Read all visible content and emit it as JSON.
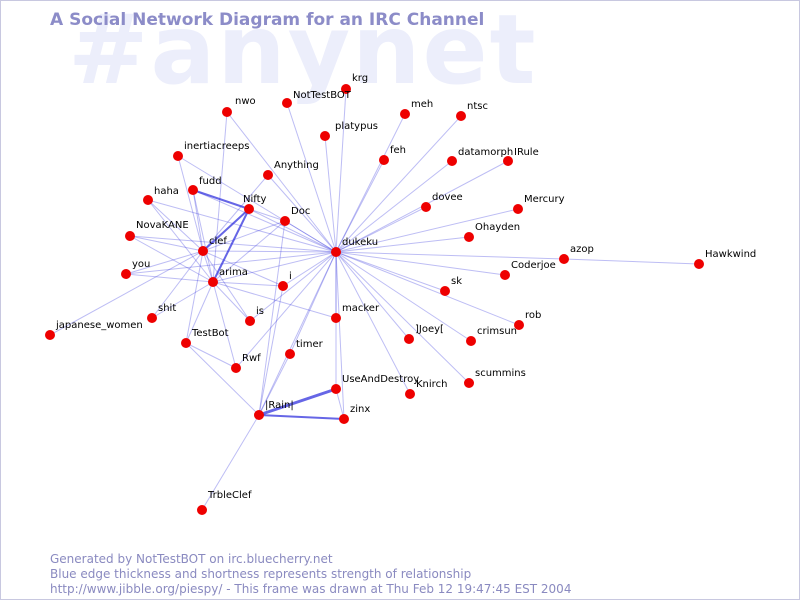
{
  "header": {
    "watermark": "#anynet",
    "title": "A Social Network Diagram for an IRC Channel"
  },
  "footer": {
    "line1": "Generated by NotTestBOT on irc.bluecherry.net",
    "line2": "Blue edge thickness and shortness represents strength of relationship",
    "line3": "http://www.jibble.org/piespy/ - This frame was drawn at Thu Feb 12 19:47:45 EST 2004"
  },
  "colors": {
    "node": "#ee0000",
    "edge": "#3333dd",
    "title": "#8c8cc8",
    "watermark": "#eceefb"
  },
  "nodes": [
    {
      "id": "krg",
      "label": "krg"
    },
    {
      "id": "NotTestBOT",
      "label": "NotTestBOT"
    },
    {
      "id": "nwo",
      "label": "nwo"
    },
    {
      "id": "meh",
      "label": "meh"
    },
    {
      "id": "ntsc",
      "label": "ntsc"
    },
    {
      "id": "platypus",
      "label": "platypus"
    },
    {
      "id": "inertiacreeps",
      "label": "inertiacreeps"
    },
    {
      "id": "feh",
      "label": "feh"
    },
    {
      "id": "datamorph",
      "label": "datamorph"
    },
    {
      "id": "IRule",
      "label": "IRule"
    },
    {
      "id": "Anything",
      "label": "Anything"
    },
    {
      "id": "fudd",
      "label": "fudd"
    },
    {
      "id": "haha",
      "label": "haha"
    },
    {
      "id": "Nifty",
      "label": "Nifty"
    },
    {
      "id": "dovee",
      "label": "dovee"
    },
    {
      "id": "Mercury",
      "label": "Mercury"
    },
    {
      "id": "Doc",
      "label": "Doc"
    },
    {
      "id": "NovaKANE",
      "label": "NovaKANE"
    },
    {
      "id": "Ohayden",
      "label": "Ohayden"
    },
    {
      "id": "clef",
      "label": "clef"
    },
    {
      "id": "dukeku",
      "label": "dukeku"
    },
    {
      "id": "azop",
      "label": "azop"
    },
    {
      "id": "Hawkwind",
      "label": "Hawkwind"
    },
    {
      "id": "you",
      "label": "you"
    },
    {
      "id": "arima",
      "label": "arima"
    },
    {
      "id": "i",
      "label": "i"
    },
    {
      "id": "Coderjoe",
      "label": "Coderjoe"
    },
    {
      "id": "sk",
      "label": "sk"
    },
    {
      "id": "shit",
      "label": "shit"
    },
    {
      "id": "is",
      "label": "is"
    },
    {
      "id": "macker",
      "label": "macker"
    },
    {
      "id": "rob",
      "label": "rob"
    },
    {
      "id": "japanese_women",
      "label": "japanese_women"
    },
    {
      "id": "TestBot",
      "label": "TestBot"
    },
    {
      "id": "]Joey[",
      "label": "]Joey["
    },
    {
      "id": "crimsun",
      "label": "crimsun"
    },
    {
      "id": "timer",
      "label": "timer"
    },
    {
      "id": "Rwf",
      "label": "Rwf"
    },
    {
      "id": "UseAndDestroy",
      "label": "UseAndDestroy"
    },
    {
      "id": "scummins",
      "label": "scummins"
    },
    {
      "id": "Knirch",
      "label": "Knirch"
    },
    {
      "id": "|Rain|",
      "label": "|Rain|"
    },
    {
      "id": "zinx",
      "label": "zinx"
    },
    {
      "id": "TrbleClef",
      "label": "TrbleClef"
    }
  ],
  "edges": [
    [
      "dukeku",
      "krg",
      1
    ],
    [
      "dukeku",
      "NotTestBOT",
      1
    ],
    [
      "dukeku",
      "nwo",
      1
    ],
    [
      "dukeku",
      "meh",
      1
    ],
    [
      "dukeku",
      "ntsc",
      1
    ],
    [
      "dukeku",
      "platypus",
      1
    ],
    [
      "dukeku",
      "feh",
      1
    ],
    [
      "dukeku",
      "datamorph",
      1
    ],
    [
      "dukeku",
      "IRule",
      1
    ],
    [
      "dukeku",
      "Anything",
      1
    ],
    [
      "dukeku",
      "dovee",
      1
    ],
    [
      "dukeku",
      "Mercury",
      1
    ],
    [
      "dukeku",
      "Doc",
      1
    ],
    [
      "dukeku",
      "Ohayden",
      1
    ],
    [
      "dukeku",
      "azop",
      1
    ],
    [
      "dukeku",
      "Coderjoe",
      1
    ],
    [
      "dukeku",
      "sk",
      1
    ],
    [
      "dukeku",
      "rob",
      1
    ],
    [
      "dukeku",
      "crimsun",
      1
    ],
    [
      "dukeku",
      "scummins",
      1
    ],
    [
      "dukeku",
      "]Joey[",
      1
    ],
    [
      "dukeku",
      "Knirch",
      1
    ],
    [
      "dukeku",
      "macker",
      1
    ],
    [
      "dukeku",
      "i",
      1
    ],
    [
      "dukeku",
      "is",
      1
    ],
    [
      "dukeku",
      "timer",
      1
    ],
    [
      "dukeku",
      "Rwf",
      1
    ],
    [
      "dukeku",
      "UseAndDestroy",
      1
    ],
    [
      "dukeku",
      "zinx",
      1
    ],
    [
      "dukeku",
      "|Rain|",
      1
    ],
    [
      "dukeku",
      "clef",
      1
    ],
    [
      "dukeku",
      "arima",
      1
    ],
    [
      "dukeku",
      "Nifty",
      1
    ],
    [
      "dukeku",
      "fudd",
      1
    ],
    [
      "dukeku",
      "inertiacreeps",
      1
    ],
    [
      "dukeku",
      "you",
      1
    ],
    [
      "dukeku",
      "haha",
      1
    ],
    [
      "dukeku",
      "NovaKANE",
      1
    ],
    [
      "azop",
      "Hawkwind",
      1
    ],
    [
      "clef",
      "Nifty",
      2
    ],
    [
      "clef",
      "arima",
      1
    ],
    [
      "clef",
      "fudd",
      1
    ],
    [
      "clef",
      "haha",
      1
    ],
    [
      "clef",
      "NovaKANE",
      1
    ],
    [
      "clef",
      "you",
      1
    ],
    [
      "clef",
      "inertiacreeps",
      1
    ],
    [
      "clef",
      "shit",
      1
    ],
    [
      "clef",
      "Doc",
      1
    ],
    [
      "clef",
      "Anything",
      1
    ],
    [
      "clef",
      "is",
      1
    ],
    [
      "clef",
      "japanese_women",
      1
    ],
    [
      "clef",
      "TestBot",
      1
    ],
    [
      "clef",
      "i",
      1
    ],
    [
      "arima",
      "Nifty",
      2
    ],
    [
      "arima",
      "fudd",
      1
    ],
    [
      "arima",
      "haha",
      1
    ],
    [
      "arima",
      "NovaKANE",
      1
    ],
    [
      "arima",
      "you",
      1
    ],
    [
      "arima",
      "TestBot",
      1
    ],
    [
      "arima",
      "shit",
      1
    ],
    [
      "arima",
      "is",
      1
    ],
    [
      "arima",
      "i",
      1
    ],
    [
      "arima",
      "Rwf",
      1
    ],
    [
      "arima",
      "Doc",
      1
    ],
    [
      "arima",
      "macker",
      1
    ],
    [
      "arima",
      "nwo",
      1
    ],
    [
      "Nifty",
      "fudd",
      2
    ],
    [
      "Nifty",
      "Doc",
      1
    ],
    [
      "TestBot",
      "|Rain|",
      1
    ],
    [
      "TestBot",
      "Rwf",
      1
    ],
    [
      "|Rain|",
      "UseAndDestroy",
      3
    ],
    [
      "|Rain|",
      "zinx",
      2
    ],
    [
      "|Rain|",
      "TrbleClef",
      1
    ],
    [
      "|Rain|",
      "timer",
      1
    ],
    [
      "|Rain|",
      "Doc",
      1
    ],
    [
      "|Rain|",
      "i",
      1
    ],
    [
      "UseAndDestroy",
      "zinx",
      1
    ]
  ]
}
